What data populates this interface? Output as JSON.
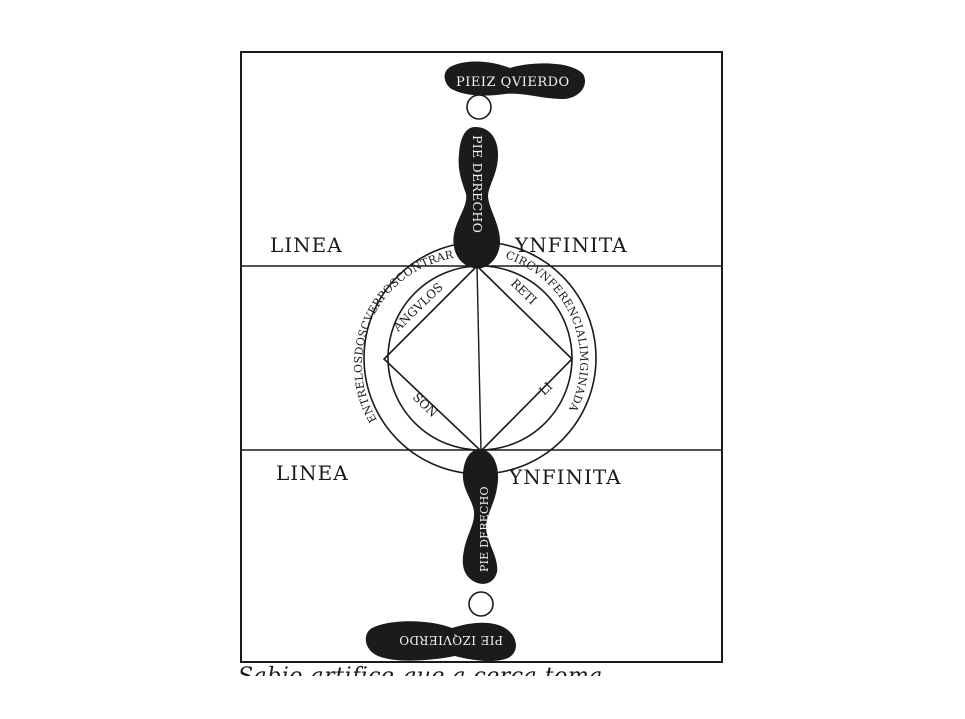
{
  "labels": {
    "top_foot": "PIEIZ QVIERDO",
    "upper_right_foot": "PIE DERECHO",
    "upper_line_left": "LINEA",
    "upper_line_right": "YNFINITA",
    "lower_line_left": "LINEA",
    "lower_line_right": "YNFINITA",
    "lower_right_foot": "PIE DERECHO",
    "bottom_foot": "PIE IZQVIERDO",
    "circle_arc_upper_left": "ENTRELOSDOSCVERPOSCONTRARIOS",
    "circle_arc_upper_right": "CIRCVNFERENCIALIMGINADA",
    "square_upper_left": "ANGVLOS",
    "square_upper_right": "RETI",
    "square_lower_right": "LI",
    "square_lower_left": "SON",
    "cropped_text_line": "Sabio artifice que a cerca toma"
  }
}
